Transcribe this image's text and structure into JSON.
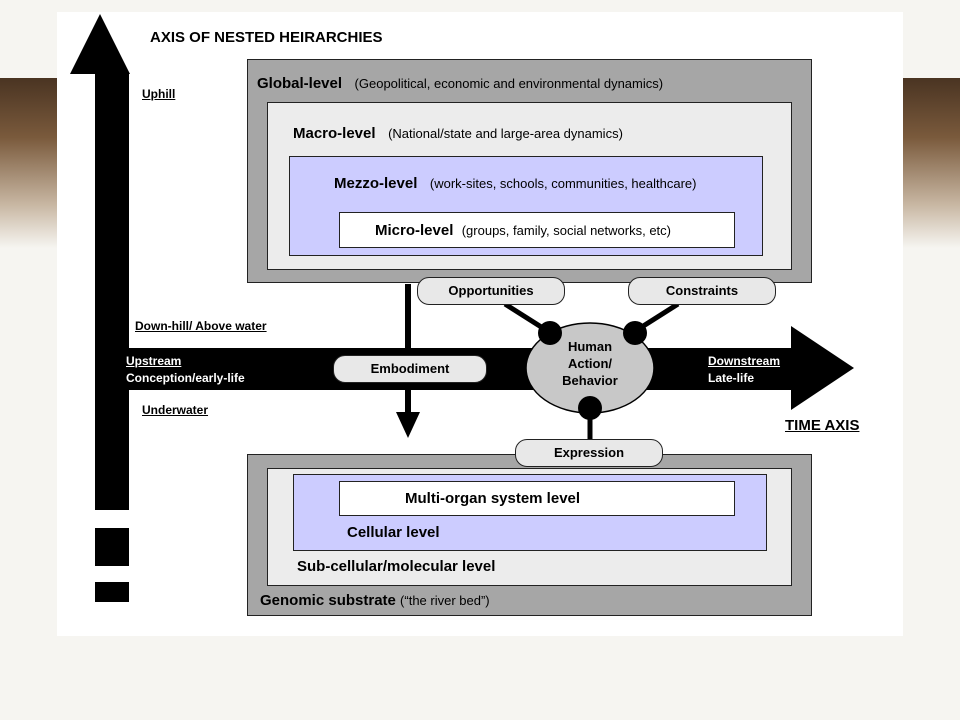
{
  "title": "AXIS OF NESTED HEIRARCHIES",
  "time_axis_label": "TIME AXIS",
  "vertical_axis": {
    "uphill": "Uphill",
    "downhill": "Down-hill/ Above water",
    "underwater": "Underwater"
  },
  "time_axis": {
    "upstream": "Upstream",
    "upstream_sub": "Conception/early-life",
    "downstream": "Downstream",
    "downstream_sub": "Late-life"
  },
  "upper_levels": [
    {
      "name": "Global-level",
      "desc": "(Geopolitical, economic and environmental dynamics)"
    },
    {
      "name": "Macro-level",
      "desc": "(National/state and large-area dynamics)"
    },
    {
      "name": "Mezzo-level",
      "desc": "(work-sites, schools, communities, healthcare)"
    },
    {
      "name": "Micro-level",
      "desc": "(groups, family, social networks, etc)"
    }
  ],
  "lower_levels": {
    "multi_organ": "Multi-organ system level",
    "cellular": "Cellular level",
    "subcellular": "Sub-cellular/molecular level",
    "genomic": "Genomic substrate",
    "genomic_desc": "(“the river bed”)"
  },
  "pills": {
    "opportunities": "Opportunities",
    "constraints": "Constraints",
    "embodiment": "Embodiment",
    "expression": "Expression"
  },
  "center": {
    "line1": "Human",
    "line2": "Action/",
    "line3": "Behavior"
  }
}
